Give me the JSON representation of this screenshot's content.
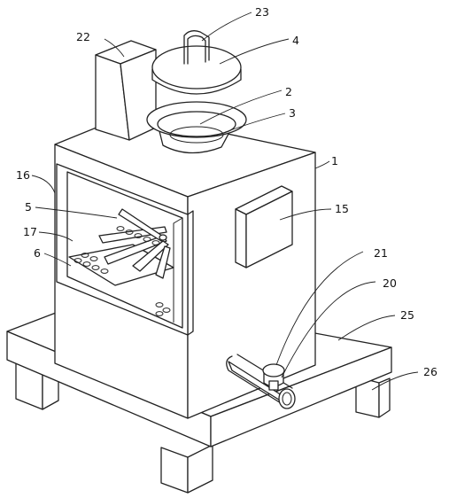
{
  "labels": {
    "l23": "23",
    "l4": "4",
    "l22": "22",
    "l2": "2",
    "l3": "3",
    "l1": "1",
    "l16": "16",
    "l5": "5",
    "l15": "15",
    "l17": "17",
    "l6": "6",
    "l21": "21",
    "l20": "20",
    "l25": "25",
    "l26": "26"
  }
}
